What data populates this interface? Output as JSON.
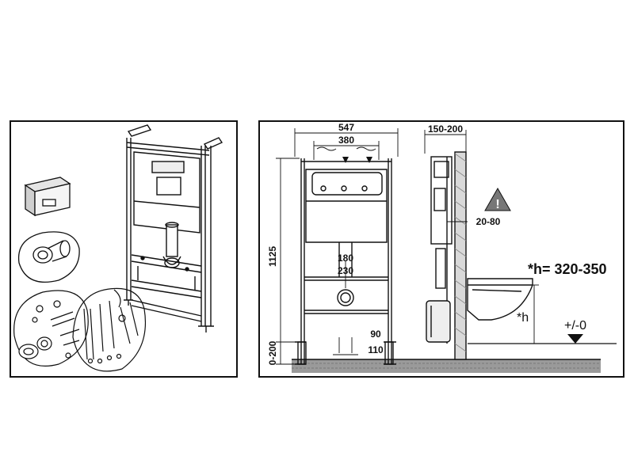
{
  "dimensions": {
    "frame_width": "547",
    "bracket_spacing": "380",
    "frame_height": "1125",
    "drain_height_1": "180",
    "drain_height_2": "230",
    "bottom_spacing_1": "90",
    "bottom_spacing_2": "110",
    "foot_adjust": "0-200",
    "wall_distance": "150-200",
    "pan_distance": "20-80",
    "pan_height_formula": "*h= 320-350",
    "pan_height_symbol": "*h",
    "floor_level": "+/-0"
  },
  "colors": {
    "line": "#111111",
    "floor_fill": "#9a9a9a",
    "warning_fill": "#777777"
  }
}
